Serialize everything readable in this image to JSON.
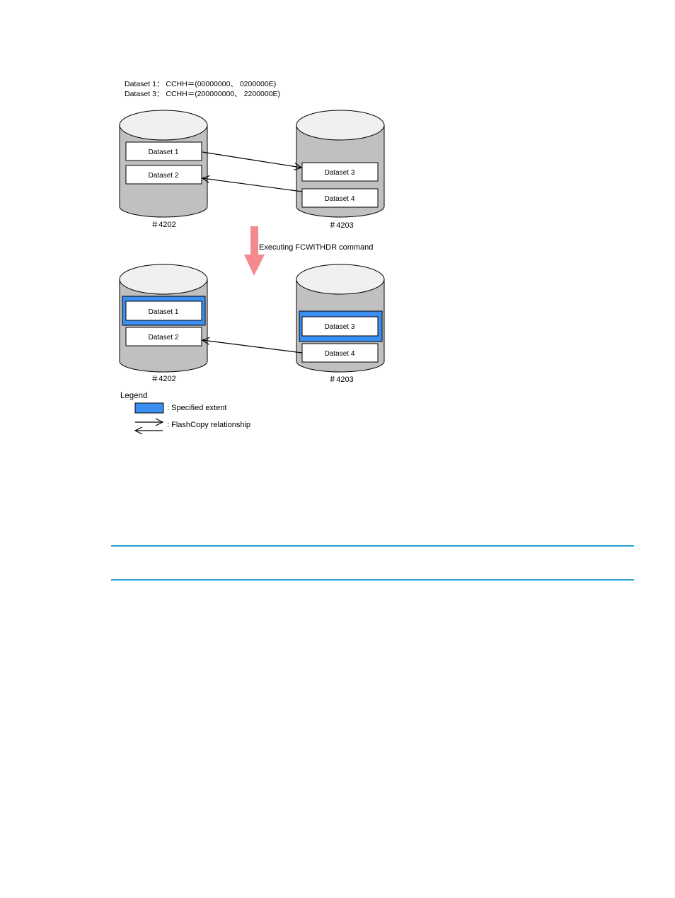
{
  "header": {
    "line1": "Dataset 1： CCHH＝(00000000、 0200000E)",
    "line2": "Dataset 3： CCHH＝(200000000、 2200000E)"
  },
  "volumes": {
    "left": "＃4202",
    "right": "＃4203"
  },
  "datasets": {
    "d1": "Dataset 1",
    "d2": "Dataset 2",
    "d3": "Dataset 3",
    "d4": "Dataset 4"
  },
  "step": {
    "label": "Executing FCWITHDR command"
  },
  "legend": {
    "title": "Legend",
    "extent": ": Specified extent",
    "relationship": ": FlashCopy relationship"
  },
  "colors": {
    "cylinder": "#c0c0c0",
    "cylinder_top": "#f0f0f0",
    "extent": "#3b8ff2",
    "step_arrow": "#f48a8f",
    "rule": "#2a9fd6"
  }
}
